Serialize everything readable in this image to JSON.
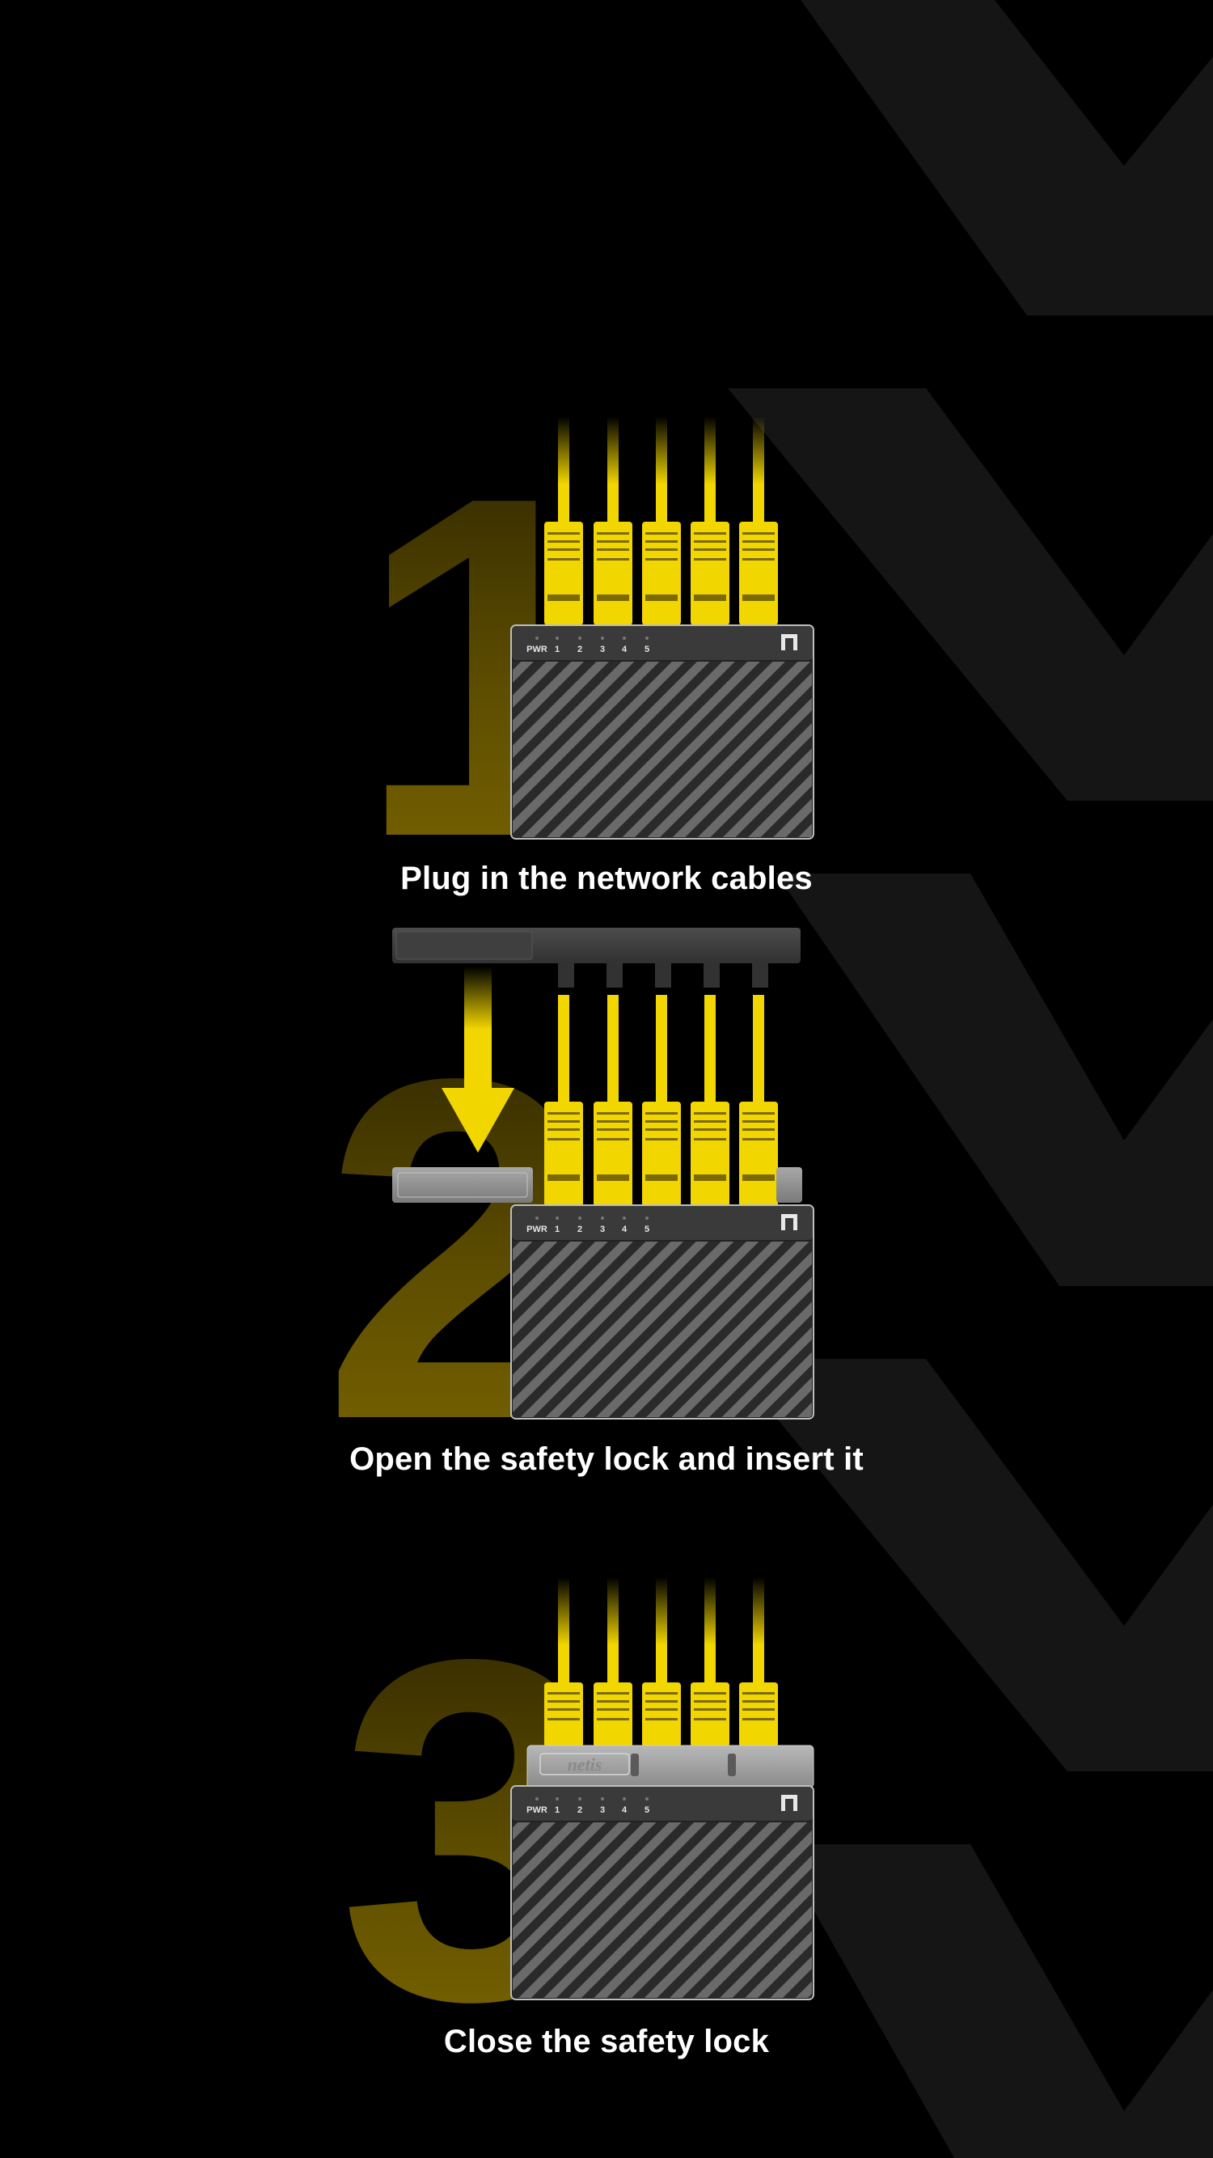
{
  "steps": [
    {
      "number": "1",
      "caption": "Plug in the network cables"
    },
    {
      "number": "2",
      "caption": "Open the safety lock and insert it"
    },
    {
      "number": "3",
      "caption": "Close the safety lock"
    }
  ],
  "switch": {
    "led_labels": [
      "PWR",
      "1",
      "2",
      "3",
      "4",
      "5"
    ],
    "brand": "netis"
  },
  "colors": {
    "background": "#000000",
    "chevron": "#151515",
    "cable_yellow": "#f2d600",
    "numeral_gold": "#7a6400",
    "switch_body": "#2b2b2b",
    "caption_text": "#ffffff"
  },
  "icons": [
    "brand-logo-icon",
    "down-arrow-icon"
  ]
}
